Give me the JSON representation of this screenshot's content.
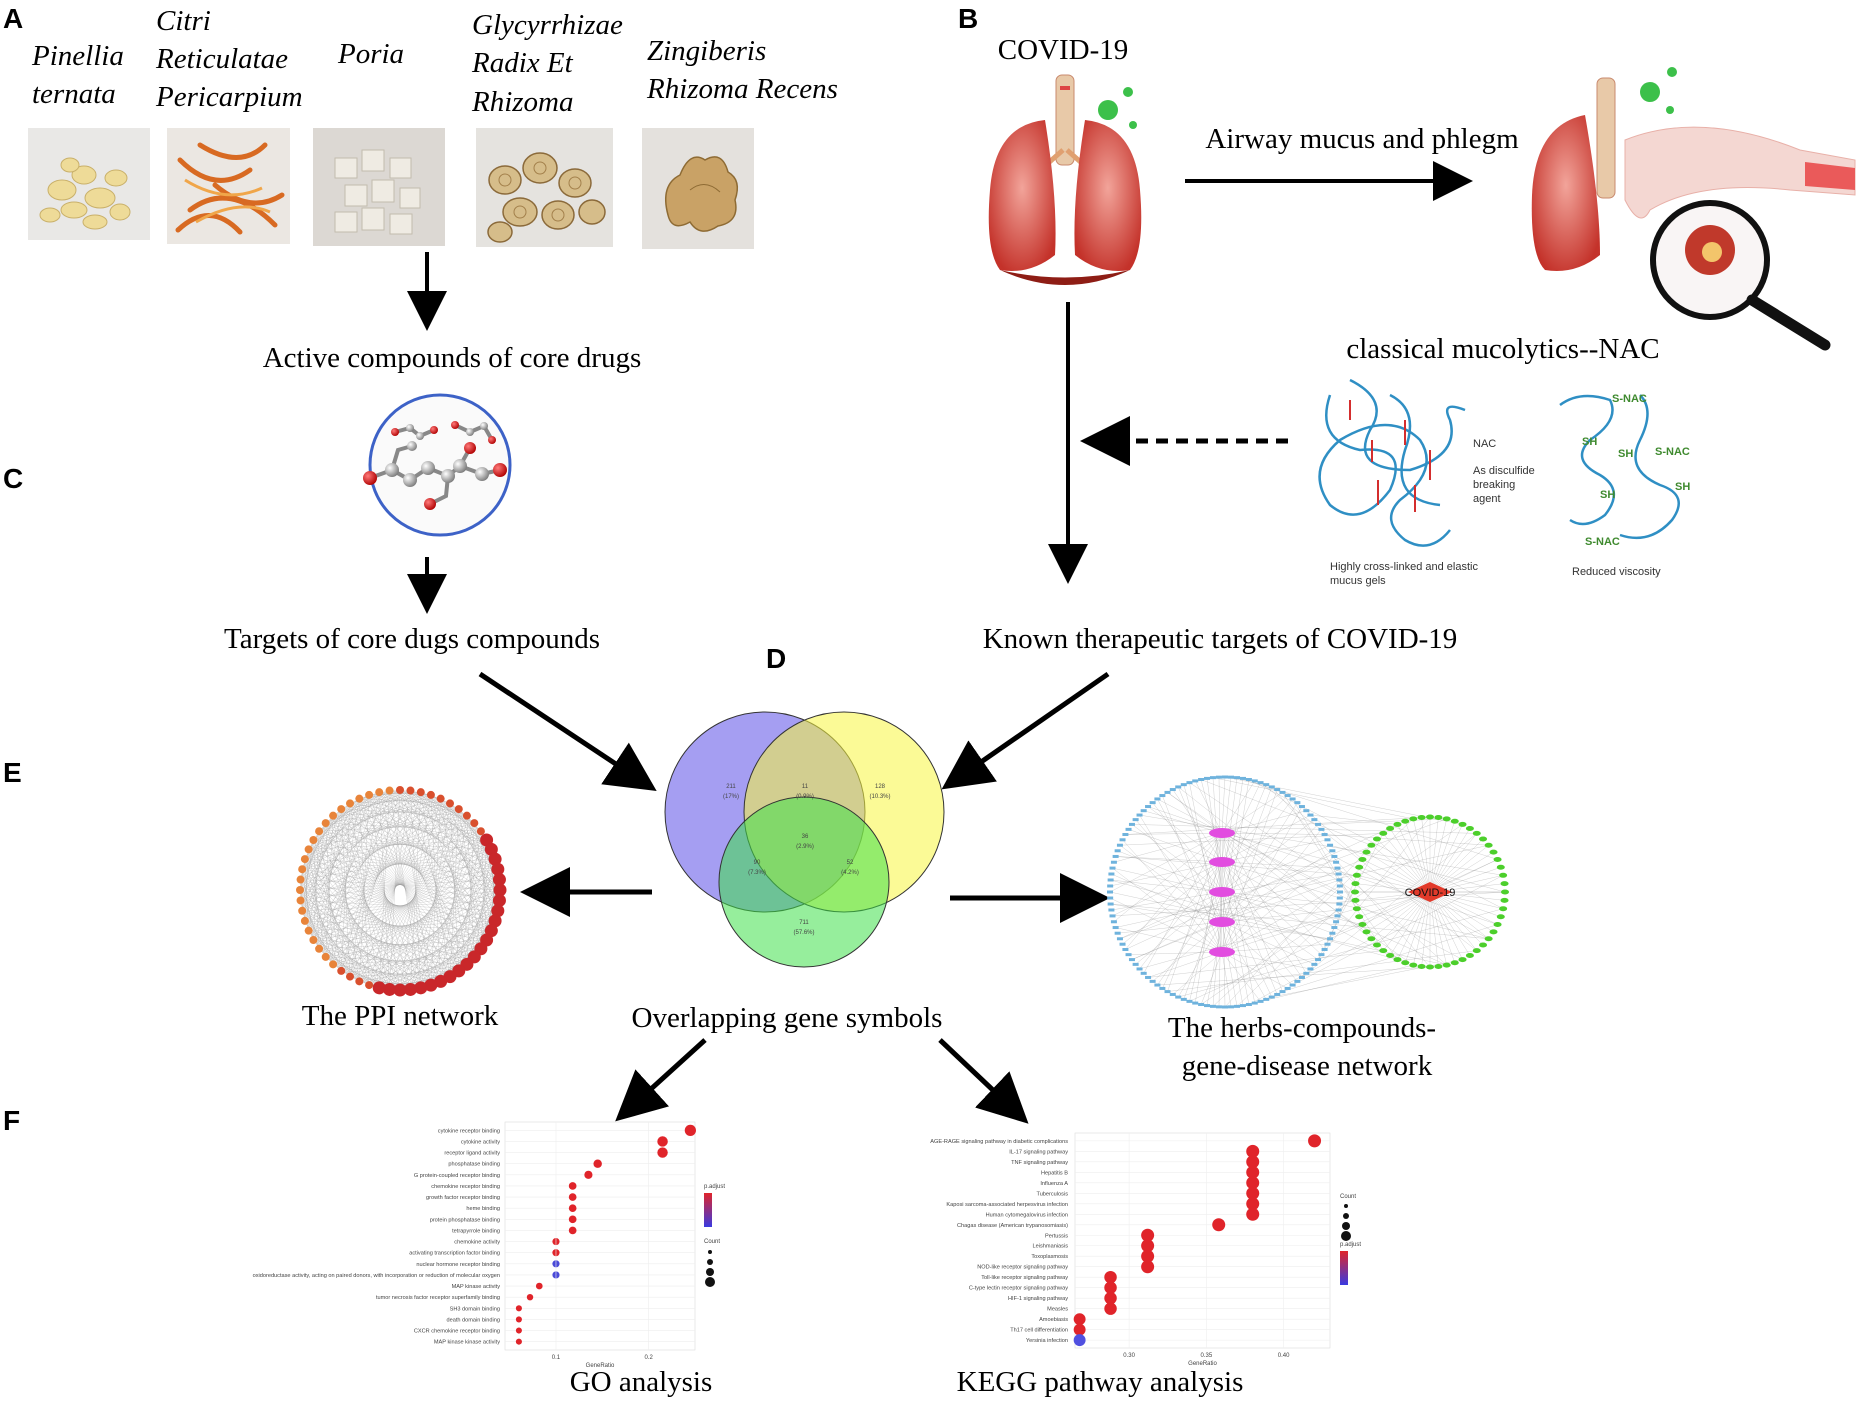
{
  "panels": {
    "a": "A",
    "b": "B",
    "c": "C",
    "d": "D",
    "e": "E",
    "f": "F"
  },
  "herbs": [
    {
      "lines": [
        "Pinellia",
        "ternata"
      ]
    },
    {
      "lines": [
        "Citri",
        "Reticulatae",
        "Pericarpium"
      ]
    },
    {
      "lines": [
        "Poria"
      ]
    },
    {
      "lines": [
        "Glycyrrhizae",
        "Radix Et",
        "Rhizoma"
      ]
    },
    {
      "lines": [
        "Zingiberis",
        "Rhizoma Recens"
      ]
    }
  ],
  "labels": {
    "covid": "COVID-19",
    "airway": "Airway mucus and phlegm",
    "mucolytics": "classical mucolytics--NAC",
    "active_compounds": "Active compounds of core drugs",
    "targets_compounds": "Targets of core dugs compounds",
    "known_targets": "Known therapeutic targets of COVID-19",
    "overlapping": "Overlapping gene symbols",
    "ppi": "The PPI network",
    "herbs_network_1": "The herbs-compounds-",
    "herbs_network_2": "gene-disease network",
    "go": "GO analysis",
    "kegg": "KEGG pathway analysis",
    "network_center": "COVID-19"
  },
  "nac": {
    "nac": "NAC",
    "agent_1": "As disculfide",
    "agent_2": "breaking",
    "agent_3": "agent",
    "gel_1": "Highly cross-linked and elastic",
    "gel_2": "mucus gels",
    "reduced": "Reduced viscosity",
    "snac_top": "S-NAC",
    "snac_mid": "S-NAC",
    "snac_bot": "S-NAC",
    "sh1": "SH",
    "sh2": "SH",
    "sh3": "SH",
    "sh4": "SH"
  },
  "venn": {
    "blue_only": {
      "n": "211",
      "p": "(17%)"
    },
    "blue_yellow": {
      "n": "11",
      "p": "(0.9%)"
    },
    "yellow_only": {
      "n": "128",
      "p": "(10.3%)"
    },
    "all": {
      "n": "36",
      "p": "(2.9%)"
    },
    "blue_green": {
      "n": "90",
      "p": "(7.3%)"
    },
    "yellow_green": {
      "n": "52",
      "p": "(4.2%)"
    },
    "green_only": {
      "n": "711",
      "p": "(57.6%)"
    },
    "colors": {
      "blue": "#5b4ee8",
      "yellow": "#f7f540",
      "green": "#3fe04a"
    }
  },
  "go_chart": {
    "xlabel": "GeneRatio",
    "xticks": [
      "0.1",
      "0.2"
    ],
    "terms": [
      {
        "term": "cytokine receptor binding",
        "ratio": 0.245
      },
      {
        "term": "cytokine activity",
        "ratio": 0.215
      },
      {
        "term": "receptor ligand activity",
        "ratio": 0.215
      },
      {
        "term": "phosphatase binding",
        "ratio": 0.145
      },
      {
        "term": "G protein-coupled receptor binding",
        "ratio": 0.135
      },
      {
        "term": "chemokine receptor binding",
        "ratio": 0.118
      },
      {
        "term": "growth factor receptor binding",
        "ratio": 0.118
      },
      {
        "term": "heme binding",
        "ratio": 0.118
      },
      {
        "term": "protein phosphatase binding",
        "ratio": 0.118
      },
      {
        "term": "tetrapyrrole binding",
        "ratio": 0.118
      },
      {
        "term": "chemokine activity",
        "ratio": 0.1
      },
      {
        "term": "activating transcription factor binding",
        "ratio": 0.1
      },
      {
        "term": "nuclear hormone receptor binding",
        "ratio": 0.1
      },
      {
        "term": "oxidoreductase activity, acting on paired donors, with incorporation or reduction of molecular oxygen",
        "ratio": 0.1
      },
      {
        "term": "MAP kinase activity",
        "ratio": 0.082
      },
      {
        "term": "tumor necrosis factor receptor superfamily binding",
        "ratio": 0.072
      },
      {
        "term": "SH3 domain binding",
        "ratio": 0.06
      },
      {
        "term": "death domain binding",
        "ratio": 0.06
      },
      {
        "term": "CXCR chemokine receptor binding",
        "ratio": 0.06
      },
      {
        "term": "MAP kinase kinase activity",
        "ratio": 0.06
      }
    ],
    "legend_padjust": "p.adjust",
    "legend_count": "Count"
  },
  "kegg_chart": {
    "xlabel": "GeneRatio",
    "xticks": [
      "0.30",
      "0.35",
      "0.40"
    ],
    "terms": [
      {
        "term": "AGE-RAGE signaling pathway in diabetic complications",
        "ratio": 0.42
      },
      {
        "term": "IL-17 signaling pathway",
        "ratio": 0.38
      },
      {
        "term": "TNF signaling pathway",
        "ratio": 0.38
      },
      {
        "term": "Hepatitis B",
        "ratio": 0.38
      },
      {
        "term": "Influenza A",
        "ratio": 0.38
      },
      {
        "term": "Tuberculosis",
        "ratio": 0.38
      },
      {
        "term": "Kaposi sarcoma-associated herpesvirus infection",
        "ratio": 0.38
      },
      {
        "term": "Human cytomegalovirus infection",
        "ratio": 0.38
      },
      {
        "term": "Chagas disease (American trypanosomiasis)",
        "ratio": 0.358
      },
      {
        "term": "Pertussis",
        "ratio": 0.312
      },
      {
        "term": "Leishmaniasis",
        "ratio": 0.312
      },
      {
        "term": "Toxoplasmosis",
        "ratio": 0.312
      },
      {
        "term": "NOD-like receptor signaling pathway",
        "ratio": 0.312
      },
      {
        "term": "Toll-like receptor signaling pathway",
        "ratio": 0.288
      },
      {
        "term": "C-type lectin receptor signaling pathway",
        "ratio": 0.288
      },
      {
        "term": "HIF-1 signaling pathway",
        "ratio": 0.288
      },
      {
        "term": "Measles",
        "ratio": 0.288
      },
      {
        "term": "Amoebiasis",
        "ratio": 0.268
      },
      {
        "term": "Th17 cell differentiation",
        "ratio": 0.268
      },
      {
        "term": "Yersinia infection",
        "ratio": 0.268
      }
    ],
    "legend_count": "Count",
    "legend_padjust": "p.adjust"
  }
}
